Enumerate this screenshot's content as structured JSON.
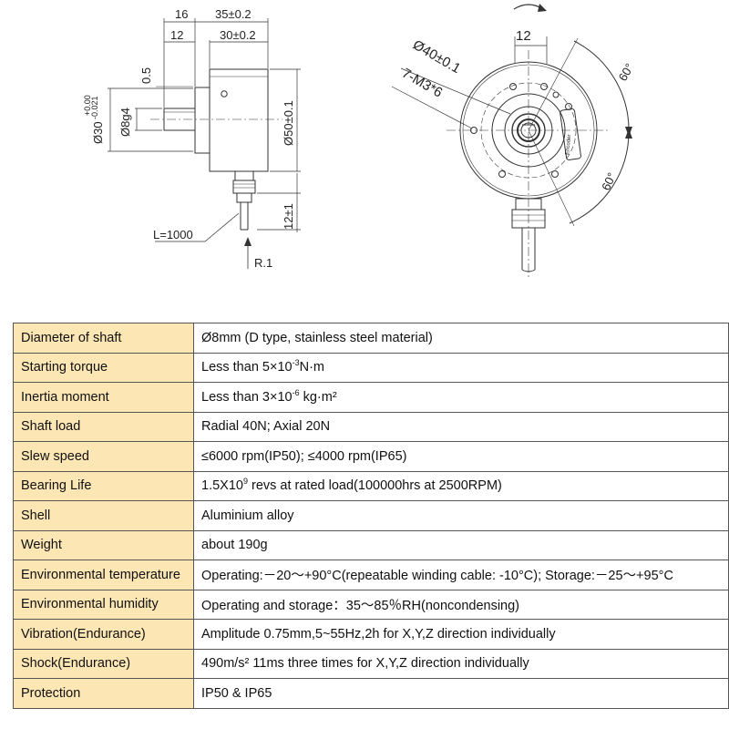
{
  "drawing": {
    "side_view": {
      "dim_16": "16",
      "dim_35": "35±0.2",
      "dim_12_top": "12",
      "dim_30": "30±0.2",
      "dim_05": "0.5",
      "dim_30_shaft": "Ø30",
      "dim_30_tol_upper": "+0.00",
      "dim_30_tol_lower": "-0.021",
      "dim_8g4": "Ø8g4",
      "dim_50": "Ø50±0.1",
      "dim_12_cable": "12±1",
      "cable_length": "L=1000",
      "radius_label": "R.1"
    },
    "front_view": {
      "dim_12": "12",
      "dim_40": "Ø40±0.1",
      "thread": "7-M3*6",
      "angle_top": "60°",
      "angle_bottom": "60°",
      "label_text": "Encoder"
    }
  },
  "specs": [
    {
      "key": "Diameter of shaft",
      "val": "Ø8mm (D type, stainless steel material)"
    },
    {
      "key": "Starting torque",
      "val_pre": "Less than 5×10",
      "val_sup": "-3",
      "val_post": "N·m"
    },
    {
      "key": "Inertia moment",
      "val_pre": "Less than 3×10",
      "val_sup": "-6",
      "val_post": " kg·m²"
    },
    {
      "key": "Shaft load",
      "val": "Radial 40N;  Axial 20N"
    },
    {
      "key": "Slew speed",
      "val": "≤6000 rpm(IP50);  ≤4000 rpm(IP65)"
    },
    {
      "key": "Bearing Life",
      "val_pre": "1.5X10",
      "val_sup": "9",
      "val_post": " revs at rated load(100000hrs at 2500RPM)"
    },
    {
      "key": "Shell",
      "val": "Aluminium alloy"
    },
    {
      "key": "Weight",
      "val": "about 190g"
    },
    {
      "key": "Environmental temperature",
      "val": "Operating:－20～+90°C(repeatable winding cable: -10°C);  Storage:－25～+95°C"
    },
    {
      "key": "Environmental humidity",
      "val": "Operating and storage：35～85％RH(noncondensing)"
    },
    {
      "key": "Vibration(Endurance)",
      "val": "Amplitude 0.75mm,5~55Hz,2h for X,Y,Z direction individually"
    },
    {
      "key": "Shock(Endurance)",
      "val": "490m/s²  11ms three times for X,Y,Z direction individually"
    },
    {
      "key": "Protection",
      "val": "IP50 & IP65"
    }
  ]
}
